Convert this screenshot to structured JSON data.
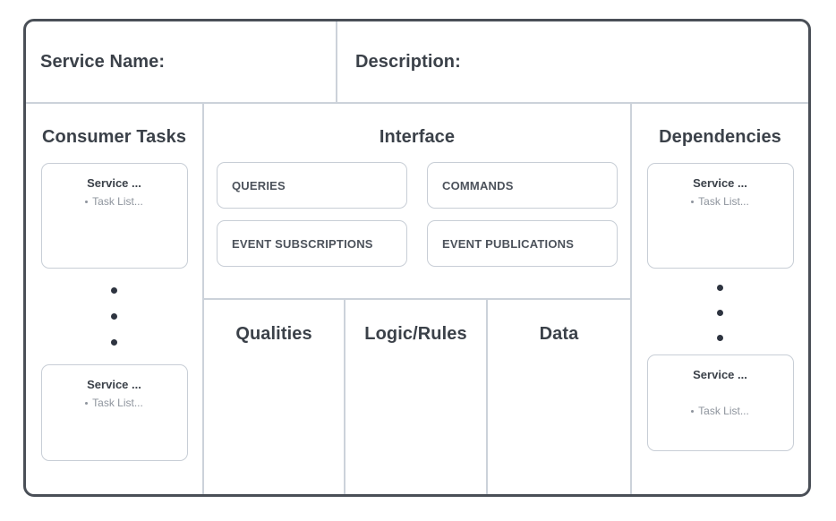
{
  "header": {
    "service_name_label": "Service Name:",
    "description_label": "Description:"
  },
  "consumer_tasks": {
    "title": "Consumer Tasks",
    "cards": [
      {
        "title": "Service ...",
        "task_list": "Task List..."
      },
      {
        "title": "Service ...",
        "task_list": "Task List..."
      }
    ],
    "ellipsis_dots": 3
  },
  "interface": {
    "title": "Interface",
    "boxes": [
      {
        "label": "QUERIES"
      },
      {
        "label": "COMMANDS"
      },
      {
        "label": "EVENT SUBSCRIPTIONS"
      },
      {
        "label": "EVENT PUBLICATIONS"
      }
    ]
  },
  "bottom_sections": [
    {
      "title": "Qualities"
    },
    {
      "title": "Logic/Rules"
    },
    {
      "title": "Data"
    }
  ],
  "dependencies": {
    "title": "Dependencies",
    "cards": [
      {
        "title": "Service ...",
        "task_list": "Task List..."
      },
      {
        "title": "Service ...",
        "task_list": "Task List..."
      }
    ],
    "ellipsis_dots": 3
  },
  "colors": {
    "frame_border": "#4a4f57",
    "inner_divider": "#ccd2da",
    "card_border": "#c8ced6",
    "heading_text": "#3b4149",
    "muted_text": "#8e949d",
    "dot": "#2e3440",
    "background": "#ffffff"
  }
}
